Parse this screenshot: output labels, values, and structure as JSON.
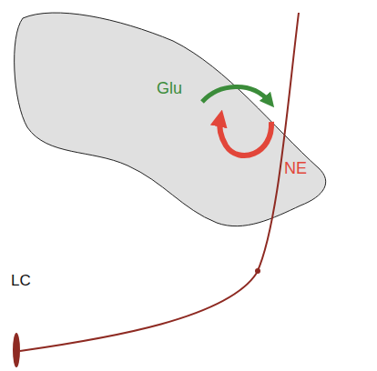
{
  "diagram": {
    "labels": [
      "Glu",
      "NE",
      "LC"
    ]
  }
}
